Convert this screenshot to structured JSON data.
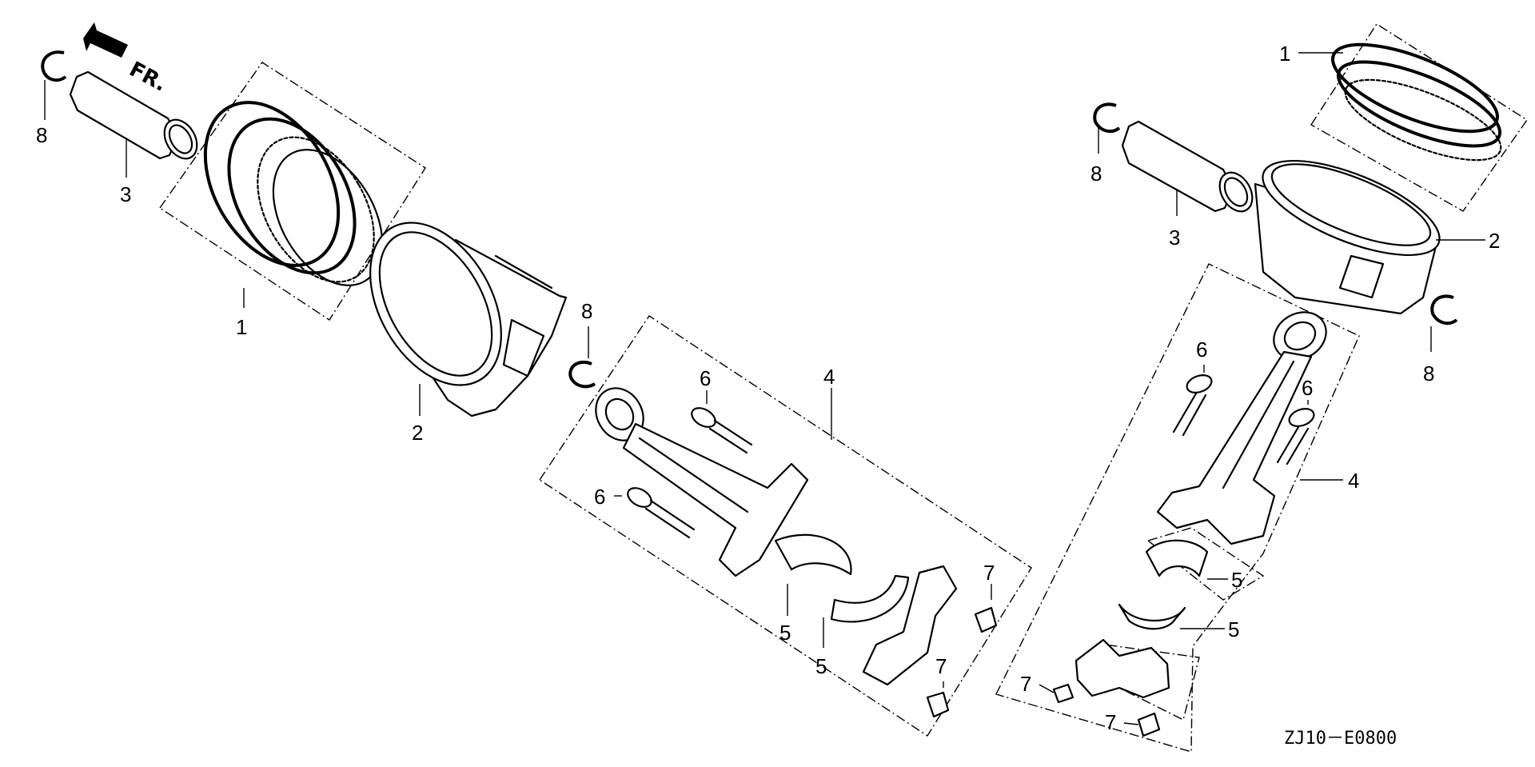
{
  "diagram": {
    "code": "ZJ10－E0800",
    "front_label": "FR.",
    "callouts": {
      "a1": "1",
      "a2": "2",
      "a3": "3",
      "a4": "4",
      "a5a": "5",
      "a5b": "5",
      "a6a": "6",
      "a6b": "6",
      "a7a": "7",
      "a7b": "7",
      "a8a": "8",
      "a8b": "8",
      "b1": "1",
      "b2": "2",
      "b3": "3",
      "b4": "4",
      "b5a": "5",
      "b5b": "5",
      "b6a": "6",
      "b6b": "6",
      "b7a": "7",
      "b7b": "7",
      "b8a": "8",
      "b8b": "8"
    }
  }
}
